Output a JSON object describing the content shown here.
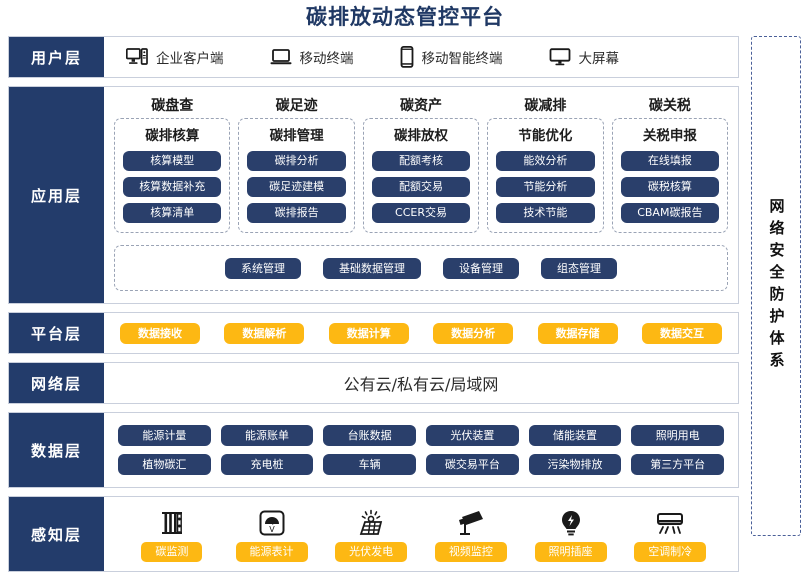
{
  "title": "碳排放动态管控平台",
  "colors": {
    "title": "#1F3864",
    "layer_label_bg": "#233C6B",
    "pill_dark": "#2A3F6B",
    "pill_yellow": "#FDB813",
    "dashed_border": "#9aa3b5",
    "security_border": "#4a6099"
  },
  "layers": {
    "user": {
      "label": "用户层",
      "items": [
        {
          "icon": "desktop-tower-icon",
          "label": "企业客户端"
        },
        {
          "icon": "laptop-icon",
          "label": "移动终端"
        },
        {
          "icon": "smartphone-icon",
          "label": "移动智能终端"
        },
        {
          "icon": "monitor-icon",
          "label": "大屏幕"
        }
      ]
    },
    "application": {
      "label": "应用层",
      "columns": [
        {
          "title": "碳盘查",
          "subtitle": "碳排核算",
          "items": [
            "核算模型",
            "核算数据补充",
            "核算清单"
          ]
        },
        {
          "title": "碳足迹",
          "subtitle": "碳排管理",
          "items": [
            "碳排分析",
            "碳足迹建模",
            "碳排报告"
          ]
        },
        {
          "title": "碳资产",
          "subtitle": "碳排放权",
          "items": [
            "配额考核",
            "配额交易",
            "CCER交易"
          ]
        },
        {
          "title": "碳减排",
          "subtitle": "节能优化",
          "items": [
            "能效分析",
            "节能分析",
            "技术节能"
          ]
        },
        {
          "title": "碳关税",
          "subtitle": "关税申报",
          "items": [
            "在线填报",
            "碳税核算",
            "CBAM碳报告"
          ]
        }
      ],
      "bottom_items": [
        "系统管理",
        "基础数据管理",
        "设备管理",
        "组态管理"
      ]
    },
    "platform": {
      "label": "平台层",
      "items": [
        "数据接收",
        "数据解析",
        "数据计算",
        "数据分析",
        "数据存储",
        "数据交互"
      ]
    },
    "network": {
      "label": "网络层",
      "text": "公有云/私有云/局域网"
    },
    "data": {
      "label": "数据层",
      "row1": [
        "能源计量",
        "能源账单",
        "台账数据",
        "光伏装置",
        "储能装置",
        "照明用电"
      ],
      "row2": [
        "植物碳汇",
        "充电桩",
        "车辆",
        "碳交易平台",
        "污染物排放",
        "第三方平台"
      ]
    },
    "sensing": {
      "label": "感知层",
      "items": [
        {
          "icon": "carbon-sensor-icon",
          "label": "碳监测"
        },
        {
          "icon": "meter-gauge-icon",
          "label": "能源表计"
        },
        {
          "icon": "solar-panel-icon",
          "label": "光伏发电"
        },
        {
          "icon": "cctv-camera-icon",
          "label": "视频监控"
        },
        {
          "icon": "lightbulb-icon",
          "label": "照明插座"
        },
        {
          "icon": "air-conditioner-icon",
          "label": "空调制冷"
        }
      ]
    }
  },
  "security_band": {
    "label": "网络安全防护体系"
  }
}
